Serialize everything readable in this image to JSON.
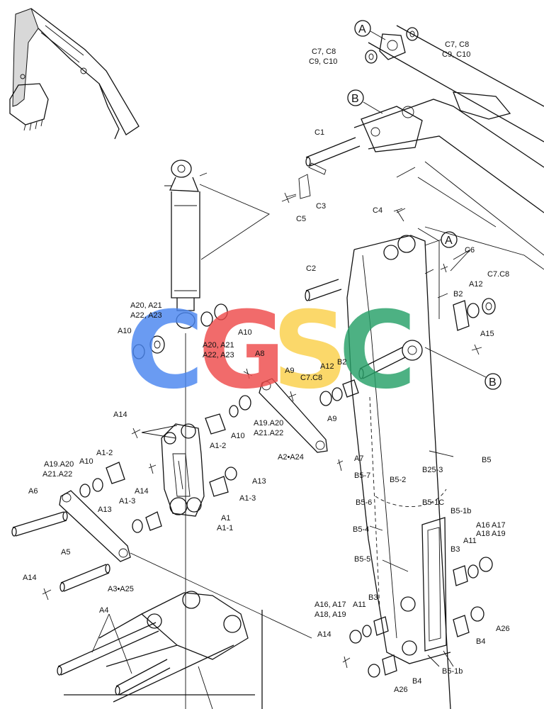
{
  "watermark": {
    "letters": [
      {
        "char": "C",
        "color": "#4a86f0"
      },
      {
        "char": "G",
        "color": "#ee4b4b"
      },
      {
        "char": "S",
        "color": "#fbd04a"
      },
      {
        "char": "C",
        "color": "#27a068"
      }
    ]
  },
  "callouts": {
    "a": "A",
    "b": "B"
  },
  "labels": {
    "c7c8_c9c10_top_left": [
      "C7, C8",
      "C9, C10"
    ],
    "c7c8_c9c10_top_right": [
      "C7, C8",
      "C9, C10"
    ],
    "c1": "C1",
    "c3": "C3",
    "c5": "C5",
    "c4": "C4",
    "c2": "C2",
    "c6": "C6",
    "c7c8_right": "C7.C8",
    "a12_right": "A12",
    "b2_right": "B2",
    "a15": "A15",
    "a20_top": [
      "A20, A21",
      "A22, A23"
    ],
    "a10_left": "A10",
    "a10_mid": "A10",
    "a20_mid": [
      "A20, A21",
      "A22, A23"
    ],
    "a8": "A8",
    "a9_top": "A9",
    "c7c8_mid": "C7.C8",
    "a12_mid": "A12",
    "b2_mid": "B2",
    "a9_right": "A9",
    "a14_top": "A14",
    "a1_2_mid": "A1-2",
    "a10_low": "A10",
    "a19_right": [
      "A19.A20",
      "A21.A22"
    ],
    "a2_a24": "A2•A24",
    "a19_left": [
      "A19.A20",
      "A21.A22"
    ],
    "a10_left2": "A10",
    "a1_2_left": "A1-2",
    "a14_mid": "A14",
    "a13_right": "A13",
    "a1_3_right": "A1-3",
    "a7": "A7",
    "b5": "B5",
    "b5_7": "B5-7",
    "b5_2": "B5-2",
    "b25_3": "B25-3",
    "a6": "A6",
    "a1_3_left": "A1-3",
    "a13_left": "A13",
    "a1": "A1",
    "a1_1": "A1-1",
    "b5_6": "B5-6",
    "b5_1c": "B5-1C",
    "b5_1b_top": "B5-1b",
    "b5_4": "B5-4",
    "a16_right": [
      "A16 A17",
      "A18 A19"
    ],
    "b3_right": "B3",
    "a11_right": "A11",
    "a5": "A5",
    "b5_5": "B5-5",
    "a14_low": "A14",
    "a3_a25": "A3•A25",
    "a16_left": [
      "A16, A17",
      "A18, A19"
    ],
    "a11_left": "A11",
    "b3_left": "B3",
    "a4": "A4",
    "a14_bottom": "A14",
    "a26_right": "A26",
    "b4_right": "B4",
    "b5_1b_bottom": "B5-1b",
    "a26_bottom": "A26",
    "b4_bottom": "B4"
  }
}
